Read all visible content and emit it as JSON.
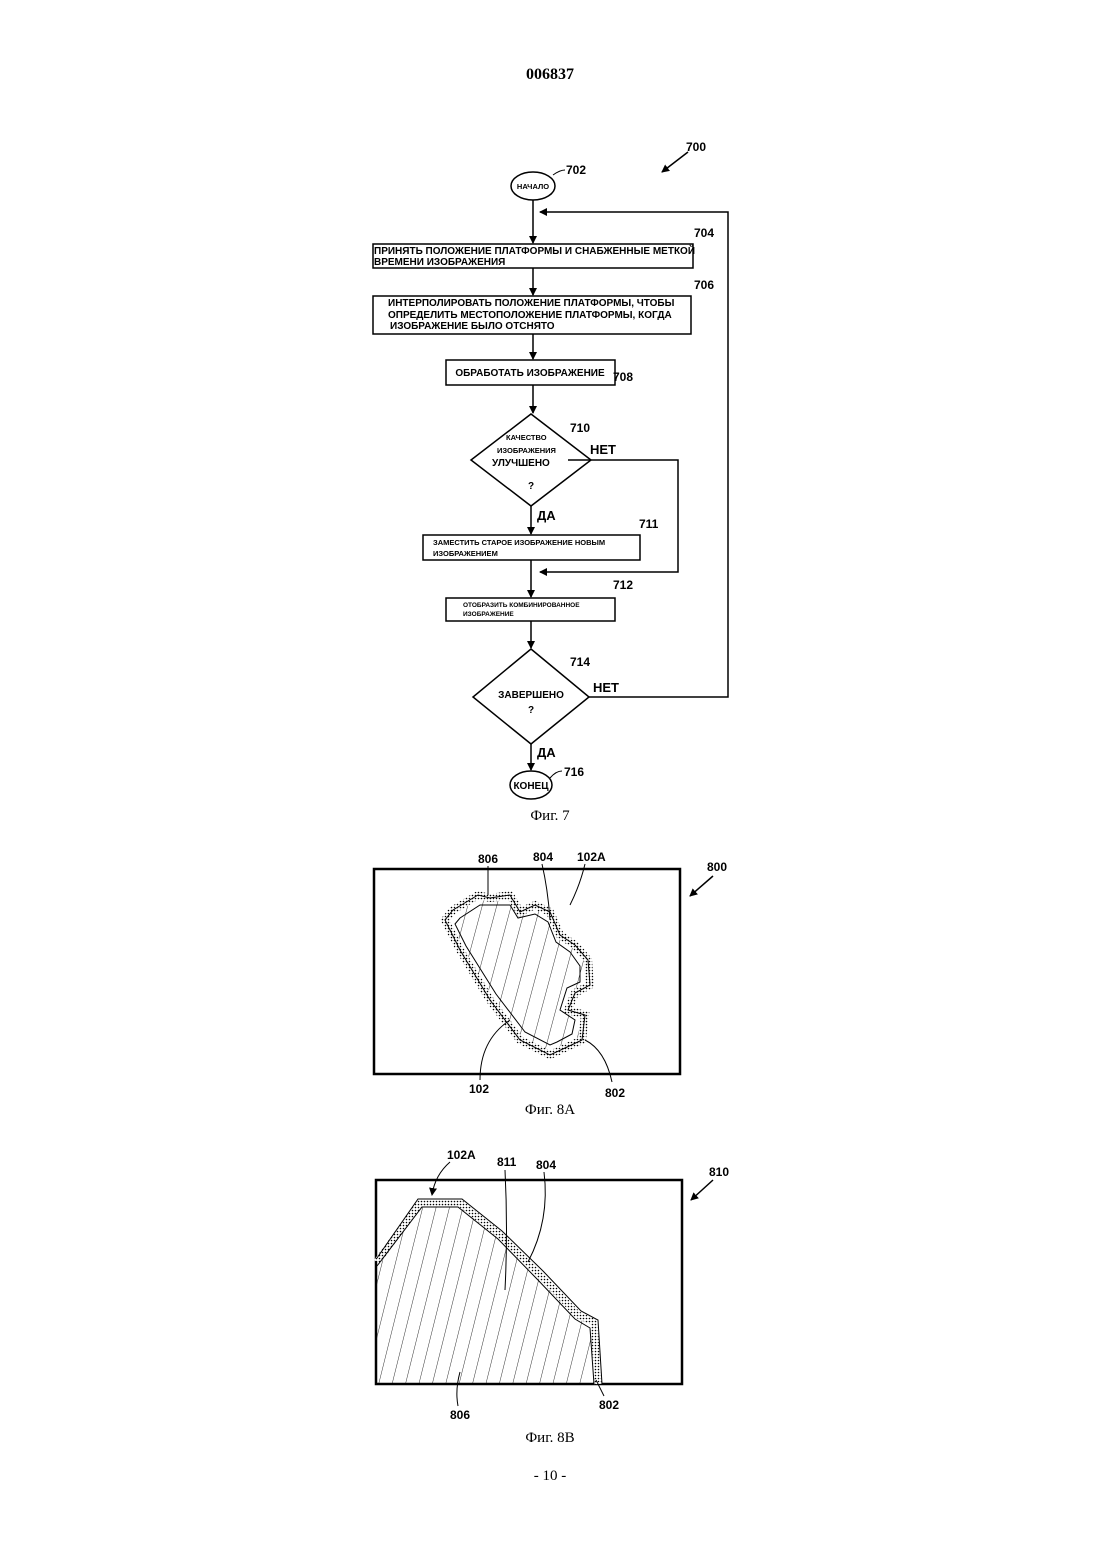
{
  "header": {
    "doc_number": "006837"
  },
  "fig7": {
    "caption": "Фиг. 7",
    "ref_main": "700",
    "start": {
      "text": "НАЧАЛО",
      "ref": "702"
    },
    "step704": {
      "line1": "ПРИНЯТЬ ПОЛОЖЕНИЕ ПЛАТФОРМЫ И СНАБЖЕННЫЕ МЕТКОЙ",
      "line2": "ВРЕМЕНИ ИЗОБРАЖЕНИЯ",
      "ref": "704"
    },
    "step706": {
      "line1": "ИНТЕРПОЛИРОВАТЬ ПОЛОЖЕНИЕ ПЛАТФОРМЫ, ЧТОБЫ",
      "line2": "ОПРЕДЕЛИТЬ МЕСТОПОЛОЖЕНИЕ ПЛАТФОРМЫ, КОГДА",
      "line3": "ИЗОБРАЖЕНИЕ    БЫЛО ОТСНЯТО",
      "ref": "706"
    },
    "step708": {
      "text": "ОБРАБОТАТЬ ИЗОБРАЖЕНИЕ",
      "ref": "708"
    },
    "decision710": {
      "line1": "КАЧЕСТВО",
      "line2": "ИЗОБРАЖЕНИЯ",
      "line3": "УЛУЧШЕНО",
      "line4": "?",
      "ref": "710",
      "no": "НЕТ",
      "yes": "ДА"
    },
    "step711": {
      "line1": "ЗАМЕСТИТЬ СТАРОЕ ИЗОБРАЖЕНИЕ НОВЫМ",
      "line2": "ИЗОБРАЖЕНИЕМ",
      "ref": "711"
    },
    "step712": {
      "line1": "ОТОБРАЗИТЬ КОМБИНИРОВАННОЕ",
      "line2": "ИЗОБРАЖЕНИЕ",
      "ref": "712"
    },
    "decision714": {
      "line1": "ЗАВЕРШЕНО",
      "line2": "?",
      "ref": "714",
      "no": "НЕТ",
      "yes": "ДА"
    },
    "end": {
      "text": "КОНЕЦ",
      "ref": "716"
    }
  },
  "fig8a": {
    "caption": "Фиг. 8А",
    "ref_main": "800",
    "labels": {
      "l806": "806",
      "l804": "804",
      "l102a": "102А",
      "l102": "102",
      "l802": "802"
    }
  },
  "fig8b": {
    "caption": "Фиг. 8В",
    "ref_main": "810",
    "labels": {
      "l102a": "102А",
      "l811": "811",
      "l804": "804",
      "l806": "806",
      "l802": "802"
    }
  },
  "footer": {
    "page_number": "- 10 -"
  }
}
